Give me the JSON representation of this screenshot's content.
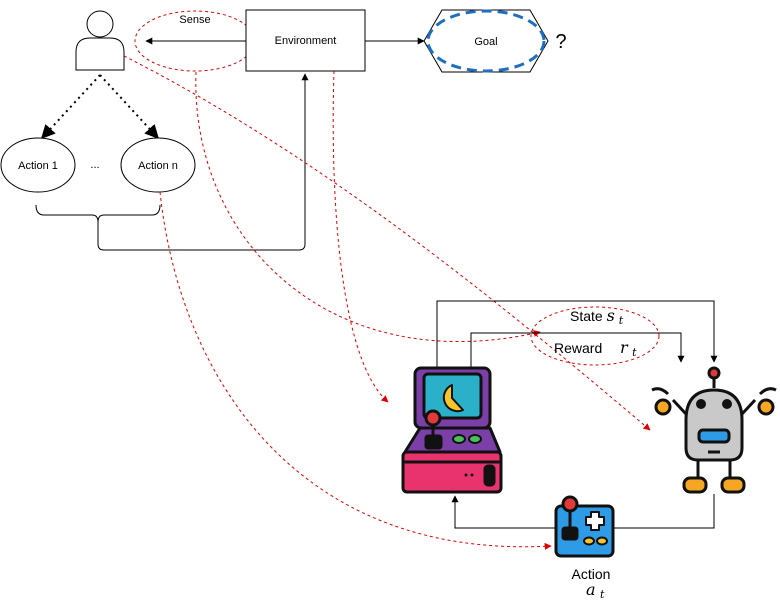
{
  "nodes": {
    "environment": "Environment",
    "goal": "Goal",
    "goal_question": "?",
    "sense": "Sense",
    "action1": "Action 1",
    "ellipsis": "...",
    "actionn": "Action n"
  },
  "rl": {
    "state_label": "State",
    "state_symbol": "s",
    "state_subscript": "t",
    "reward_label": "Reward",
    "reward_symbol": "r",
    "reward_subscript": "t",
    "action_label": "Action",
    "action_symbol": "a",
    "action_subscript": "t"
  },
  "icons": [
    "person-icon",
    "arcade-machine-icon",
    "robot-icon",
    "joystick-controller-icon"
  ],
  "colors": {
    "stroke": "#000000",
    "dashed_red": "#e00000",
    "goal_dash_blue": "#1f6fbf",
    "arcade_purple": "#7b3fa8",
    "arcade_pink": "#e8336f",
    "arcade_screen": "#2ab0c8",
    "pacman_yellow": "#f7c52b",
    "robot_gray": "#c9c9c9",
    "robot_orange": "#f6a623",
    "controller_blue": "#2e9be6",
    "button_green": "#4cbf5c",
    "joystick_red": "#e23a3a"
  }
}
